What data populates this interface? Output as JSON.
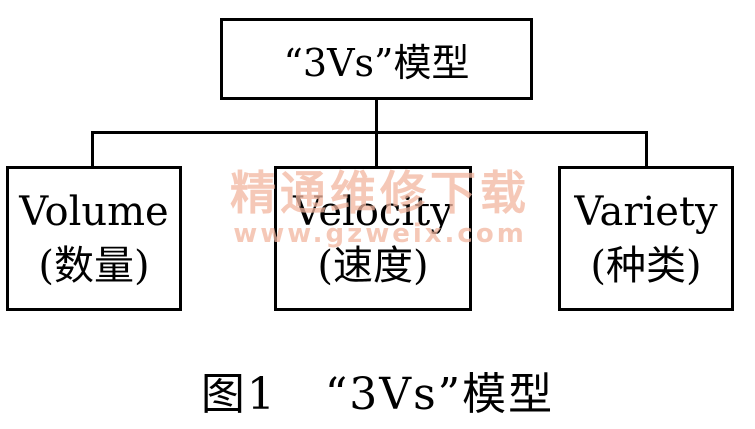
{
  "root": {
    "label": "“3Vs”模型"
  },
  "children": [
    {
      "en": "Volume",
      "zh": "(数量)"
    },
    {
      "en": "Velocity",
      "zh": "(速度)"
    },
    {
      "en": "Variety",
      "zh": "(种类)"
    }
  ],
  "watermark": {
    "main": "精通维修下载",
    "sub": "www.gzweix.com"
  },
  "caption": {
    "number": "图1",
    "title": "“3Vs”模型"
  }
}
